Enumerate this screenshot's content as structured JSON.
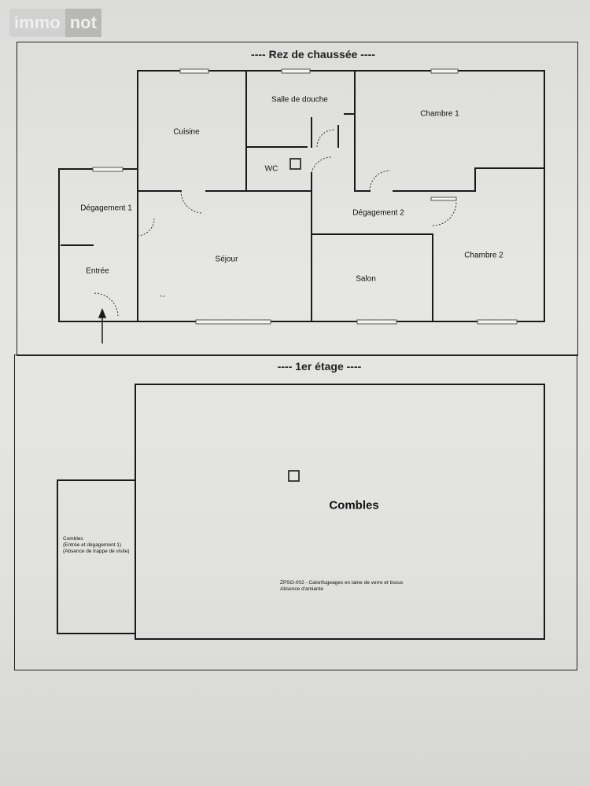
{
  "logo": {
    "part1": "immo",
    "part2": "not"
  },
  "ground_floor": {
    "title": "----  Rez de chaussée  ----",
    "rooms": {
      "cuisine": "Cuisine",
      "salle_de_douche": "Salle de douche",
      "chambre_1": "Chambre 1",
      "wc": "WC",
      "degagement_1": "Dégagement 1",
      "degagement_2": "Dégagement 2",
      "sejour": "Séjour",
      "entree": "Entrée",
      "salon": "Salon",
      "chambre_2": "Chambre 2"
    }
  },
  "first_floor": {
    "title": "----  1er étage  ----",
    "rooms": {
      "combles": "Combles"
    },
    "side_note": {
      "line1": "Combles",
      "line2": "(Entrée et dégagement 1)",
      "line3": "(Absence de trappe de visite)"
    },
    "asbestos_note": {
      "line1": "ZPSO-002 - Calorifugeages en laine de verre et tissus",
      "line2": "Absence d'amiante"
    }
  },
  "colors": {
    "line": "#1a1a1a",
    "paper": "#e4e4e2"
  }
}
